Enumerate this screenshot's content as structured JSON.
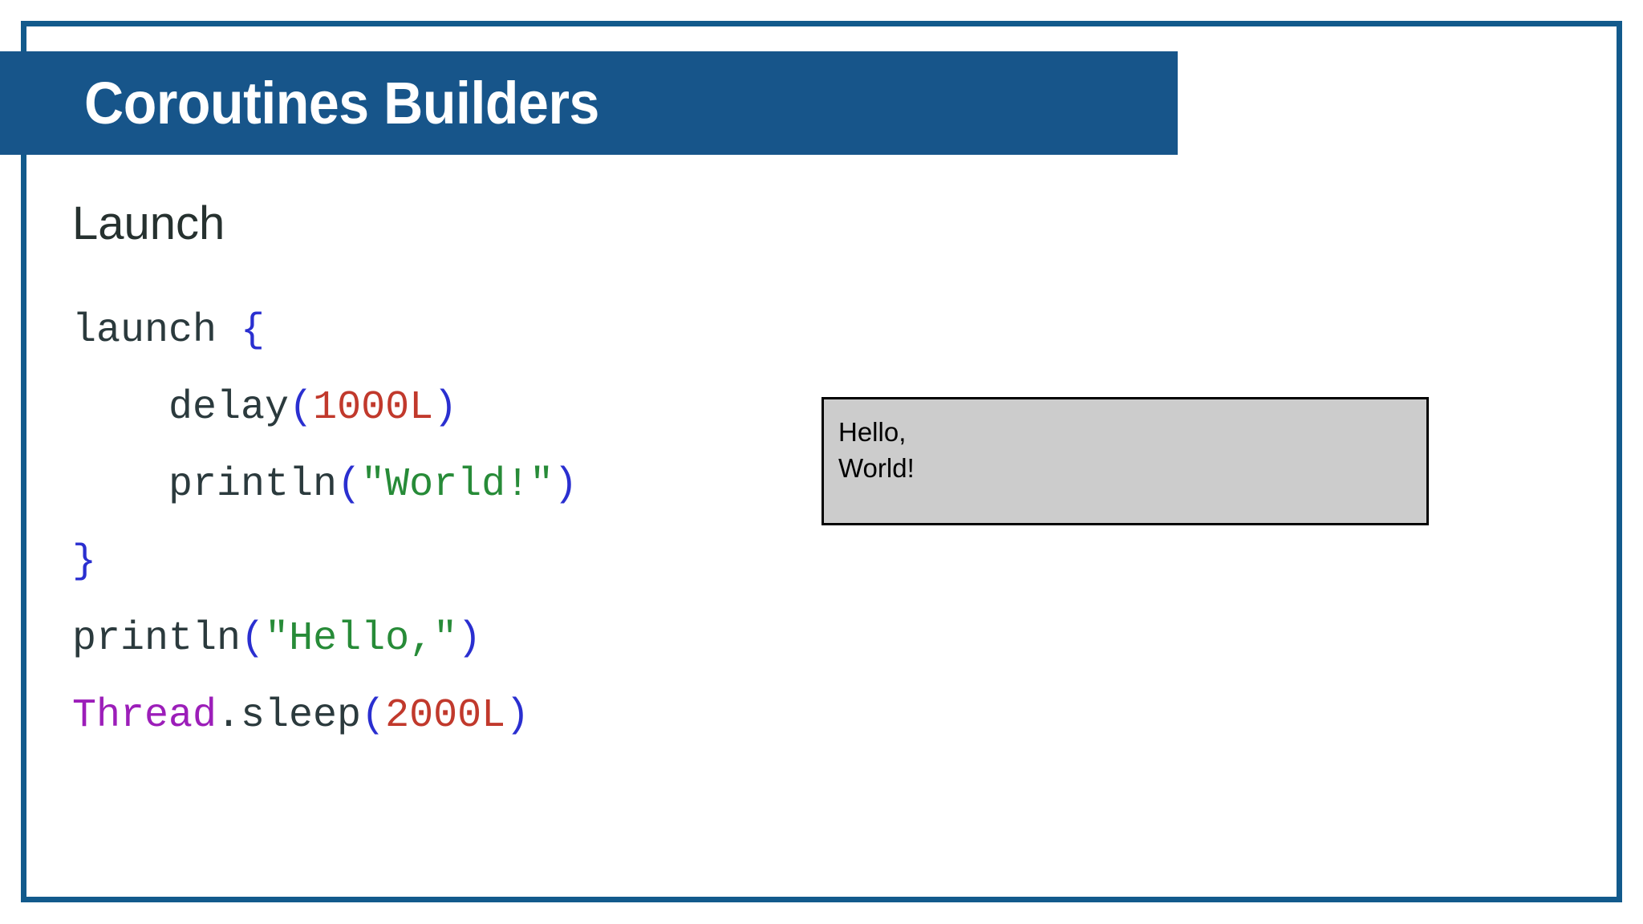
{
  "slide": {
    "title": "Coroutines Builders",
    "section_heading": "Launch",
    "colors": {
      "banner_blue": "#17558a",
      "frame_blue": "#125a8c",
      "background": "#ffffff",
      "heading_text": "#26312f",
      "code_plain": "#2b3a3d",
      "code_punct": "#2a2fd0",
      "code_number": "#c1392c",
      "code_string": "#278b38",
      "code_type": "#9c1eb9",
      "output_box_fill": "#cccccc",
      "output_box_border": "#000000",
      "output_text": "#000000"
    }
  },
  "code": {
    "language": "kotlin",
    "lines": [
      {
        "indent": "",
        "tokens": [
          {
            "text": "launch ",
            "type": "plain"
          },
          {
            "text": "{",
            "type": "punct"
          }
        ]
      },
      {
        "indent": "    ",
        "tokens": [
          {
            "text": "delay",
            "type": "plain"
          },
          {
            "text": "(",
            "type": "punct"
          },
          {
            "text": "1000L",
            "type": "num"
          },
          {
            "text": ")",
            "type": "punct"
          }
        ]
      },
      {
        "indent": "    ",
        "tokens": [
          {
            "text": "println",
            "type": "plain"
          },
          {
            "text": "(",
            "type": "punct"
          },
          {
            "text": "\"World!\"",
            "type": "str"
          },
          {
            "text": ")",
            "type": "punct"
          }
        ]
      },
      {
        "indent": "",
        "tokens": [
          {
            "text": "}",
            "type": "punct"
          }
        ]
      },
      {
        "indent": "",
        "tokens": [
          {
            "text": "println",
            "type": "plain"
          },
          {
            "text": "(",
            "type": "punct"
          },
          {
            "text": "\"Hello,\"",
            "type": "str"
          },
          {
            "text": ")",
            "type": "punct"
          }
        ]
      },
      {
        "indent": "",
        "tokens": [
          {
            "text": "Thread",
            "type": "type"
          },
          {
            "text": ".sleep",
            "type": "plain"
          },
          {
            "text": "(",
            "type": "punct"
          },
          {
            "text": "2000L",
            "type": "num"
          },
          {
            "text": ")",
            "type": "punct"
          }
        ]
      }
    ]
  },
  "output": {
    "lines": [
      "Hello,",
      "World!"
    ]
  }
}
